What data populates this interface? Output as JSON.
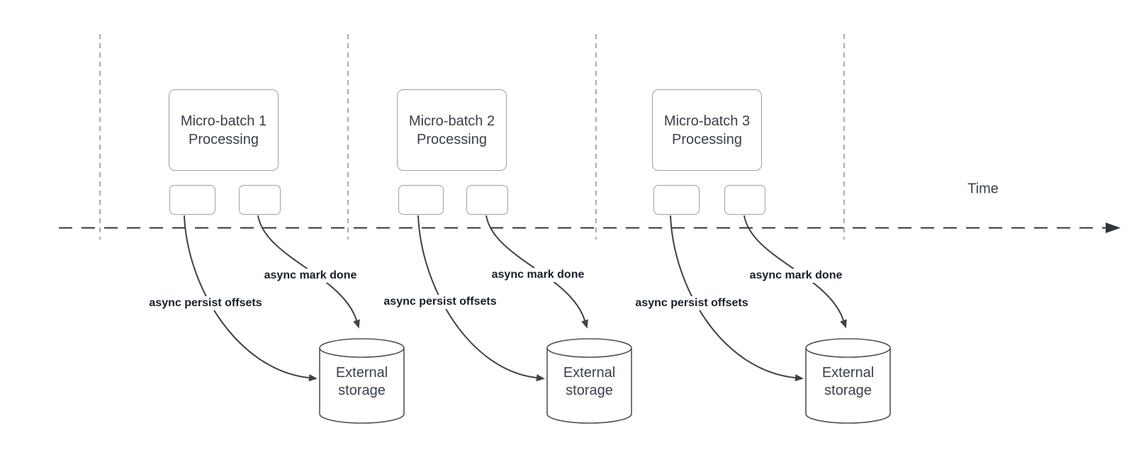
{
  "axis": {
    "label": "Time"
  },
  "groups": [
    {
      "process_label": "Micro-batch 1\nProcessing",
      "persist_arrow_label": "async persist offsets",
      "done_arrow_label": "async mark done",
      "storage_label": "External\nstorage"
    },
    {
      "process_label": "Micro-batch 2\nProcessing",
      "persist_arrow_label": "async persist offsets",
      "done_arrow_label": "async mark done",
      "storage_label": "External\nstorage"
    },
    {
      "process_label": "Micro-batch 3\nProcessing",
      "persist_arrow_label": "async persist offsets",
      "done_arrow_label": "async mark done",
      "storage_label": "External\nstorage"
    }
  ],
  "colors": {
    "background": "#ffffff",
    "shape_border": "#9ba1a8",
    "cylinder_border": "#4d545e",
    "arrow": "#3b4248",
    "guide_line": "#a3a3a3",
    "axis_line": "#2f353c",
    "heading_text": "#3a414b",
    "arrow_label_text": "#181f29"
  }
}
